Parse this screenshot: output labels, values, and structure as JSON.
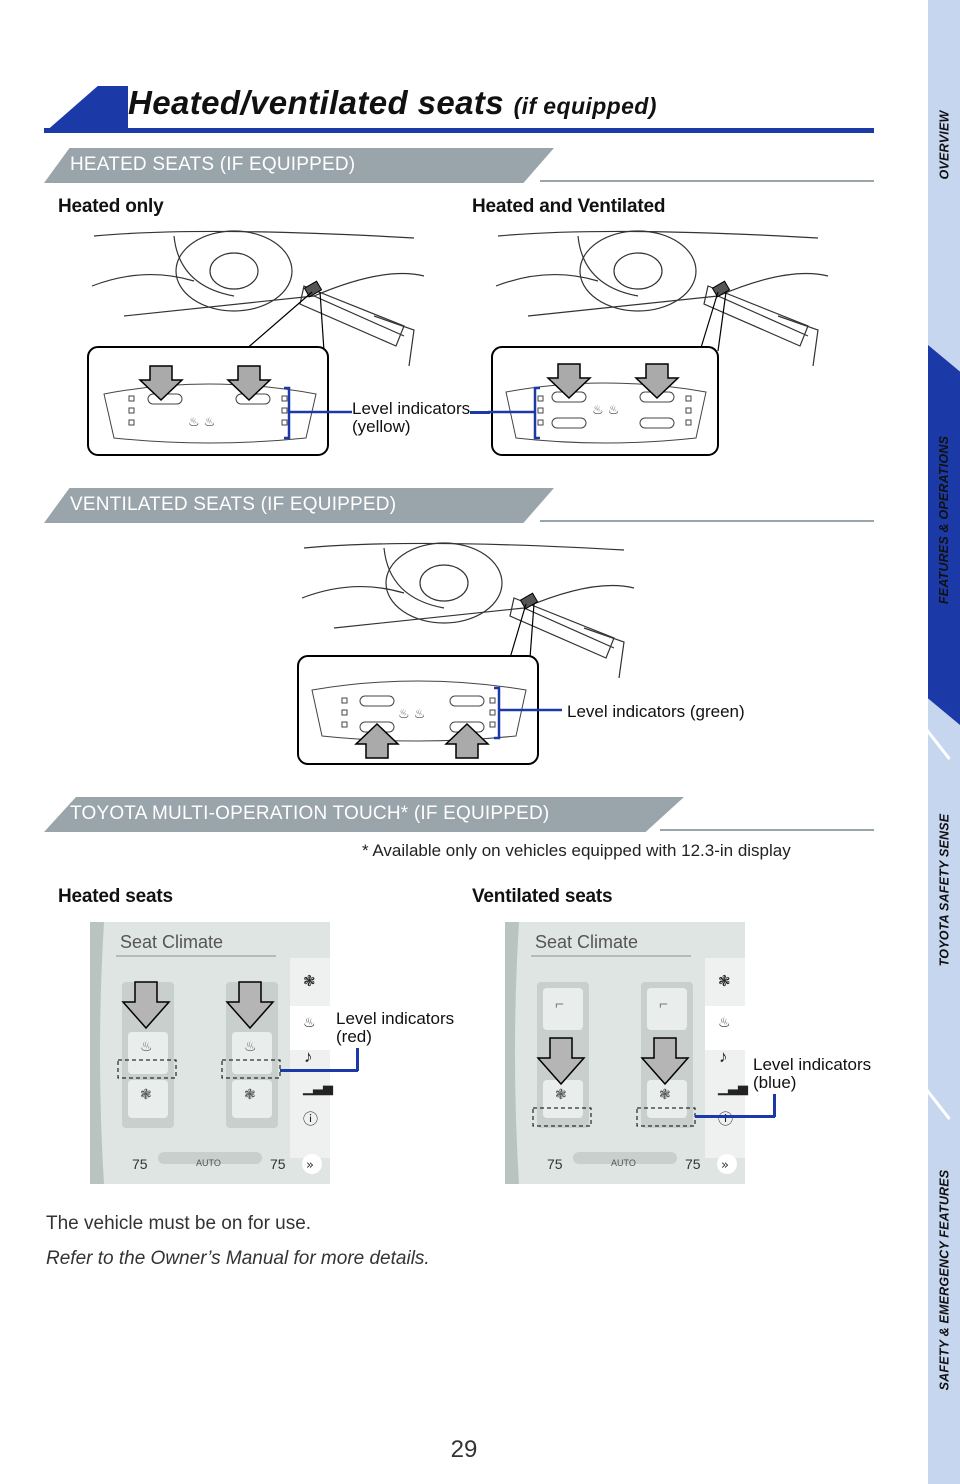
{
  "title": {
    "main": "Heated/ventilated seats",
    "sub": "(if equipped)"
  },
  "sections": {
    "heated": "HEATED SEATS (IF EQUIPPED)",
    "ventilated": "VENTILATED SEATS (IF EQUIPPED)",
    "touch": "TOYOTA MULTI-OPERATION TOUCH* (IF EQUIPPED)"
  },
  "labels": {
    "heated_only": "Heated only",
    "heated_and_ventilated": "Heated and Ventilated",
    "heated_seats": "Heated seats",
    "ventilated_seats": "Ventilated seats"
  },
  "callouts": {
    "yellow": "Level indicators\n(yellow)",
    "green": "Level indicators (green)",
    "red": "Level indicators\n(red)",
    "blue": "Level indicators\n(blue)"
  },
  "footnote": "* Available only on vehicles equipped with 12.3-in display",
  "screen": {
    "title": "Seat Climate",
    "temp_left": "75",
    "temp_right": "75",
    "auto": "AUTO"
  },
  "body": {
    "line1": "The vehicle must be on for use.",
    "line2": "Refer to the Owner’s Manual for more details."
  },
  "page_number": "29",
  "side_tabs": [
    "OVERVIEW",
    "FEATURES & OPERATIONS",
    "TOYOTA SAFETY SENSE",
    "SAFETY & EMERGENCY FEATURES"
  ],
  "side_tab_active": "FEATURES & OPERATIONS",
  "colors": {
    "accent": "#1b3aa8",
    "section": "#9aa4ab",
    "side": "#c6d6ef"
  }
}
